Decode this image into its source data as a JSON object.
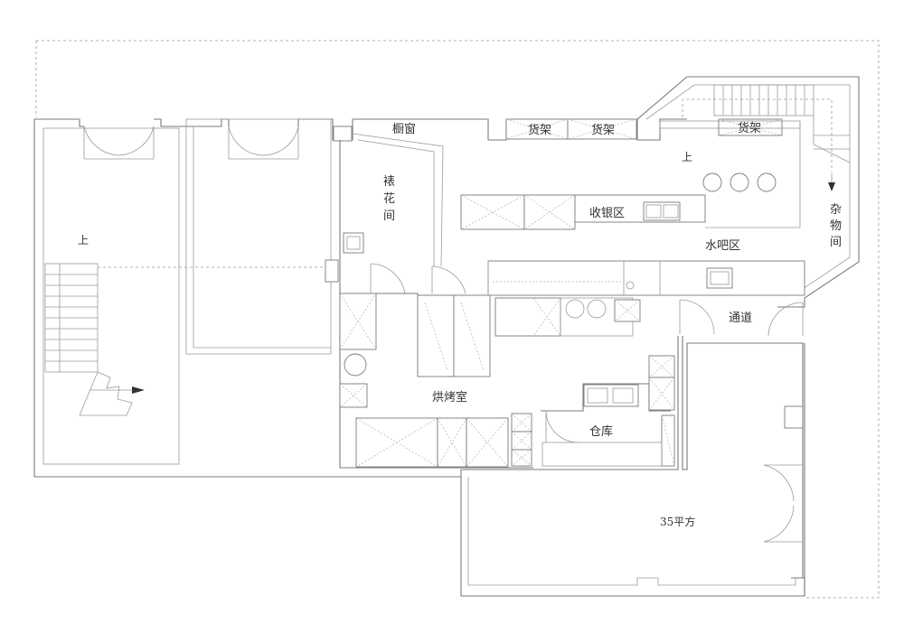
{
  "labels": {
    "window": "橱窗",
    "flower_room": [
      "裱",
      "花",
      "间"
    ],
    "shelf_1": "货架",
    "shelf_2": "货架",
    "shelf_3": "货架",
    "cashier": "收银区",
    "water_bar": "水吧区",
    "up_right": "上",
    "up_left": "上",
    "storage_room": [
      "杂",
      "物",
      "间"
    ],
    "passage": "通道",
    "baking_room": "烘烤室",
    "warehouse": "仓库",
    "area": "35平方"
  }
}
